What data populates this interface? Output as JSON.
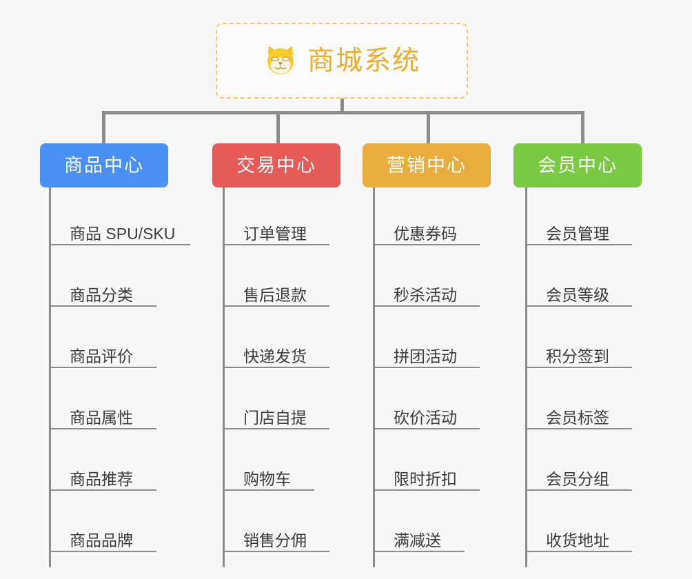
{
  "diagram": {
    "title": "商城系统",
    "background_color": "#f7f7f7",
    "connector_color": "#8c8c8c",
    "root": {
      "label": "商城系统",
      "icon": "shiba-dog-icon",
      "text_color": "#eeae2d",
      "border_color": "#f3c670",
      "border_style": "dashed",
      "background_color": "#fbfbfb"
    },
    "columns": [
      {
        "label": "商品中心",
        "color": "#4a90f4",
        "items": [
          {
            "label": "商品 SPU/SKU"
          },
          {
            "label": "商品分类"
          },
          {
            "label": "商品评价"
          },
          {
            "label": "商品属性"
          },
          {
            "label": "商品推荐"
          },
          {
            "label": "商品品牌"
          }
        ]
      },
      {
        "label": "交易中心",
        "color": "#e45b58",
        "items": [
          {
            "label": "订单管理"
          },
          {
            "label": "售后退款"
          },
          {
            "label": "快递发货"
          },
          {
            "label": "门店自提"
          },
          {
            "label": "购物车"
          },
          {
            "label": "销售分佣"
          }
        ]
      },
      {
        "label": "营销中心",
        "color": "#e9ad3e",
        "items": [
          {
            "label": "优惠券码"
          },
          {
            "label": "秒杀活动"
          },
          {
            "label": "拼团活动"
          },
          {
            "label": "砍价活动"
          },
          {
            "label": "限时折扣"
          },
          {
            "label": "满减送"
          }
        ]
      },
      {
        "label": "会员中心",
        "color": "#7ac943",
        "items": [
          {
            "label": "会员管理"
          },
          {
            "label": "会员等级"
          },
          {
            "label": "积分签到"
          },
          {
            "label": "会员标签"
          },
          {
            "label": "会员分组"
          },
          {
            "label": "收货地址"
          }
        ]
      }
    ]
  }
}
